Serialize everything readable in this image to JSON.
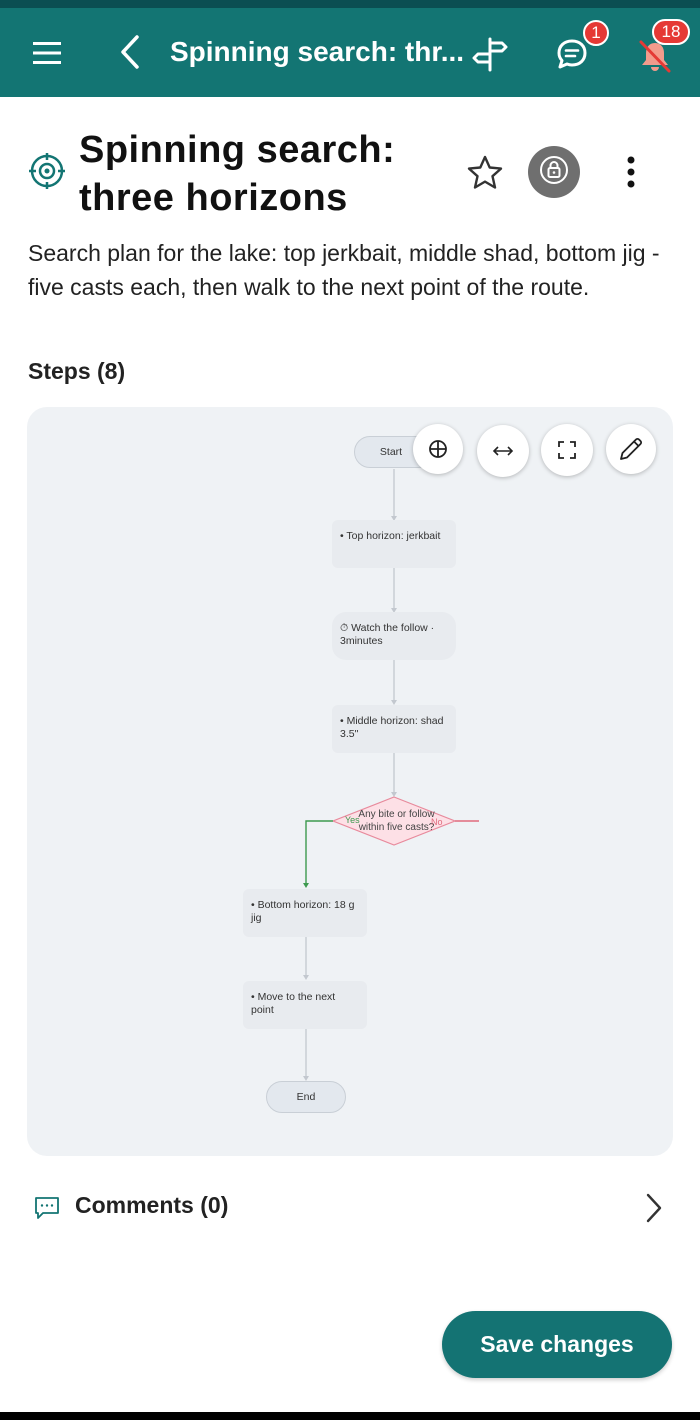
{
  "appbar": {
    "title": "Spinning search: thr...",
    "chat_badge": "1",
    "notifications_badge": "18",
    "colors": {
      "background": "#137573",
      "badge": "#e53935"
    }
  },
  "header": {
    "title_line1": "Spinning search:",
    "title_line2": "three horizons"
  },
  "description": "Search plan for the lake: top jerkbait, middle shad, bottom jig - five casts each, then walk to the next point of the route.",
  "steps_label": "Steps (8)",
  "flowchart": {
    "start": "Start",
    "step1": "• Top horizon: jerkbait",
    "step2": "⏱ Watch the follow · 3minutes",
    "step3": "• Middle horizon: shad 3.5\"",
    "decision": "Any bite or follow within five casts?",
    "yes": "Yes",
    "no": "No",
    "step4": "• Bottom horizon: 18 g jig",
    "step5": "• Move to the next point",
    "end": "End",
    "tools": [
      "crosshair-icon",
      "fit-width-icon",
      "fullscreen-icon",
      "pencil-icon"
    ]
  },
  "comments_label": "Comments (0)",
  "save_label": "Save changes"
}
